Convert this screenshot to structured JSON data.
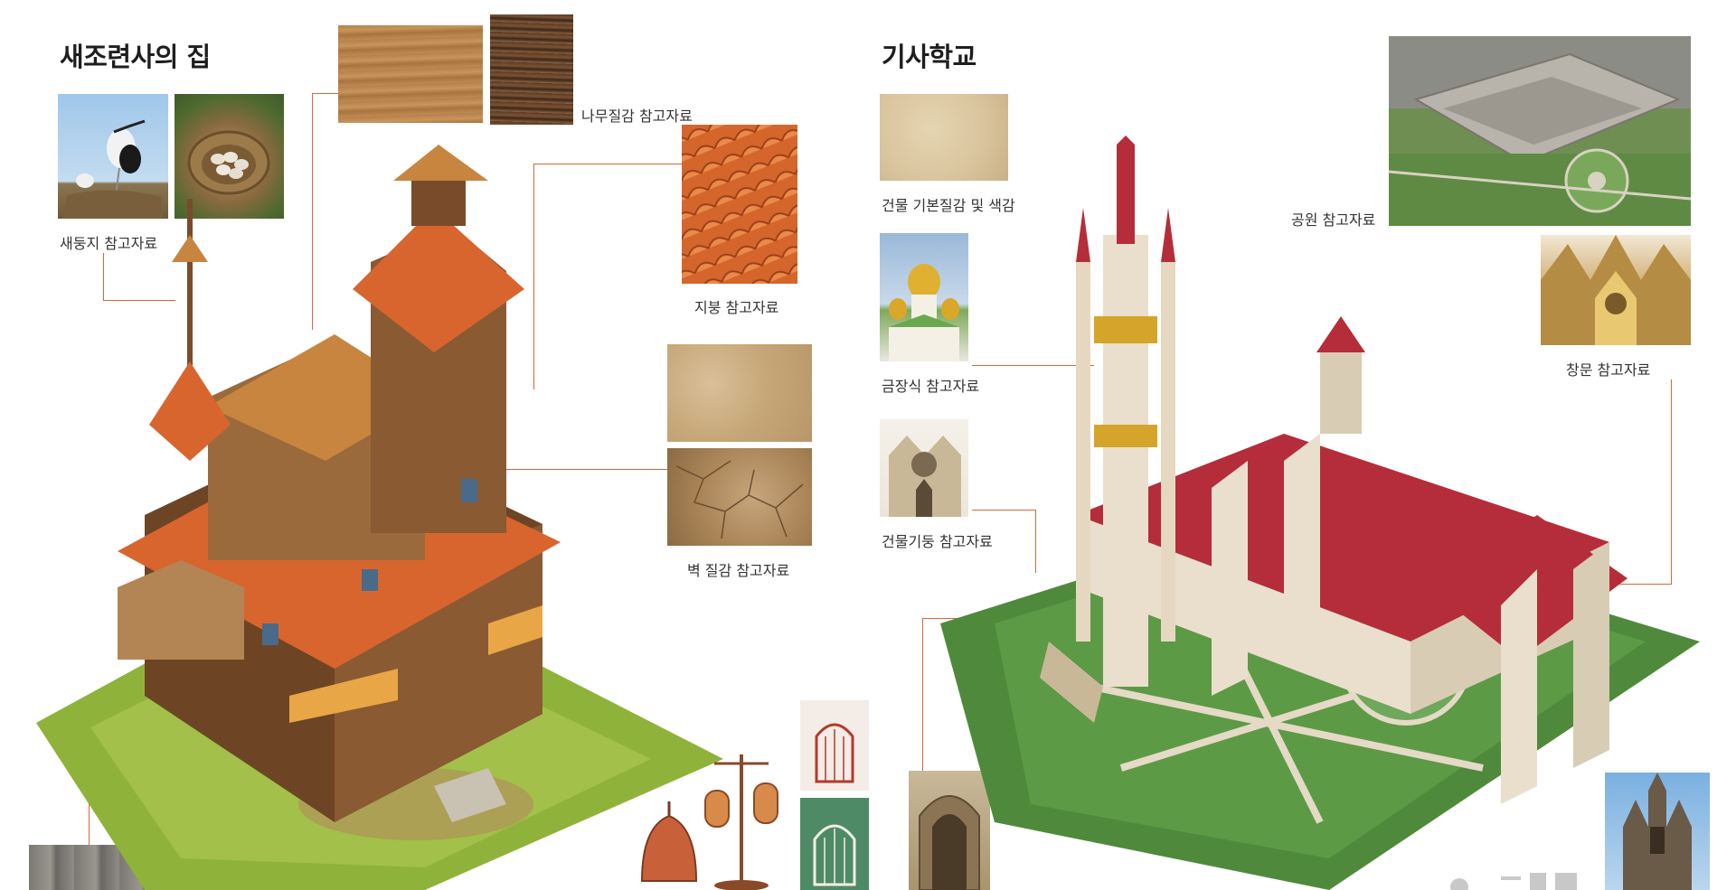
{
  "left_panel": {
    "title": "새조련사의 집",
    "labels": {
      "nest": "새둥지 참고자료",
      "wood": "나무질감 참고자료",
      "roof": "지붕 참고자료",
      "wall": "벽 질감 참고자료"
    }
  },
  "right_panel": {
    "title": "기사학교",
    "labels": {
      "base": "건물 기본질감 및 색감",
      "gold": "금장식 참고자료",
      "pillar": "건물기둥 참고자료",
      "park": "공원 참고자료",
      "window": "창문 참고자료"
    }
  },
  "colors": {
    "leader": "#d9663a",
    "roof_orange": "#d8652e",
    "wood_brown": "#8a5a33",
    "grass": "#8fb23a",
    "lawn": "#4f8a3c",
    "cathedral_roof": "#b52d3a",
    "stone": "#eadfcc"
  }
}
